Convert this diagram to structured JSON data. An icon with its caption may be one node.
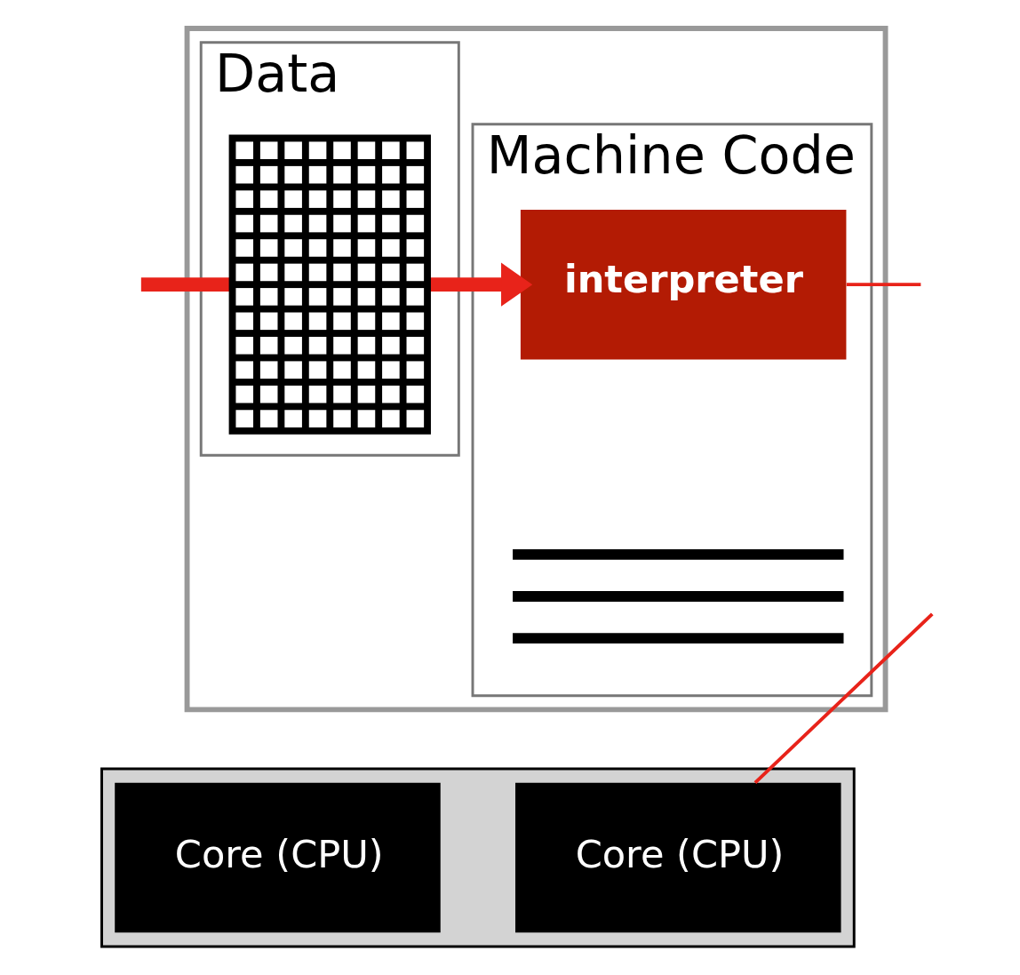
{
  "diagram": {
    "nodes": [
      {
        "text": [],
        "shape": "box"
      },
      {
        "text": [
          "Machine Code"
        ],
        "in": 0
      },
      {
        "text": [
          "interpreter"
        ],
        "in": 1
      },
      {
        "text": [
          "Data"
        ],
        "in": 0
      },
      {
        "text": [],
        "shape": "picture",
        "in": 3
      },
      {
        "text": [],
        "shape": "box"
      },
      {
        "text": [
          "Core (CPU)"
        ],
        "in": 5
      },
      {
        "text": [
          "Core (CPU)"
        ],
        "in": 5
      }
    ],
    "edges": [
      {
        "from": null,
        "to": 2,
        "arrow": "to",
        "style": "thick",
        "color": "#e8231a"
      },
      {
        "from": 2,
        "to": null,
        "arrow": "none",
        "color": "#e8231a"
      },
      {
        "from": 6,
        "to": null,
        "arrow": "none",
        "color": "#e8231a"
      }
    ]
  }
}
